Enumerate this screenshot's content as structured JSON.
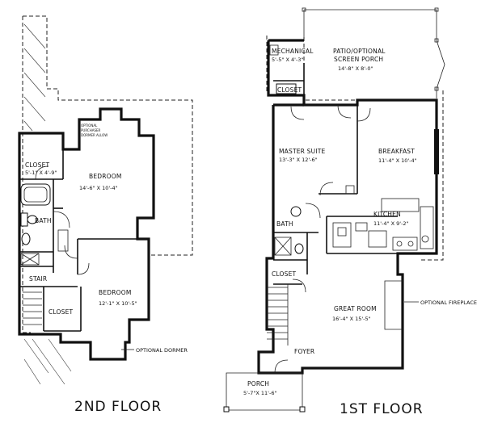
{
  "second_floor": {
    "title": "2ND FLOOR",
    "purchaser_note": [
      "OPTIONAL",
      "PURCHASER",
      "DORMER ALLOW"
    ],
    "rooms": [
      {
        "name": "CLOSET",
        "dims": "5'-1\" X 4'-9\""
      },
      {
        "name": "BEDROOM",
        "dims": "14'-6\" X 10'-4\""
      },
      {
        "name": "BATH"
      },
      {
        "name": "STAIR"
      },
      {
        "name": "CLOSET"
      },
      {
        "name": "BEDROOM",
        "dims": "12'-1\" X 10'-5\""
      }
    ],
    "optional_dormer": "OPTIONAL DORMER"
  },
  "first_floor": {
    "title": "1ST FLOOR",
    "rooms": [
      {
        "name": "MECHANICAL",
        "dims": "5'-5\" X 4'-3\""
      },
      {
        "name": "PATIO/OPTIONAL",
        "name2": "SCREEN PORCH",
        "dims": "14'-8\" X 8'-0\""
      },
      {
        "name": "CLOSET"
      },
      {
        "name": "MASTER SUITE",
        "dims": "13'-3\" X 12'-6\""
      },
      {
        "name": "BREAKFAST",
        "dims": "11'-4\" X 10'-4\""
      },
      {
        "name": "KITCHEN",
        "dims": "11'-4\" X 9'-2\""
      },
      {
        "name": "BATH"
      },
      {
        "name": "CLOSET"
      },
      {
        "name": "GREAT ROOM",
        "dims": "16'-4\" X 15'-5\""
      },
      {
        "name": "FOYER"
      },
      {
        "name": "PORCH",
        "dims": "5'-7\"X 11'-6\""
      }
    ],
    "optional_fireplace": "OPTIONAL FIREPLACE"
  }
}
